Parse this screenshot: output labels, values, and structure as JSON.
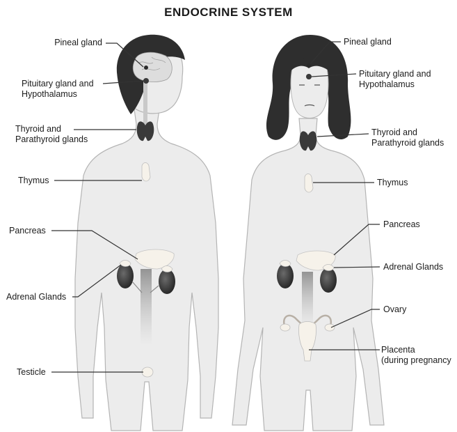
{
  "title": "ENDOCRINE SYSTEM",
  "male": {
    "labels": {
      "pineal": "Pineal gland",
      "pituitary_1": "Pituitary gland and",
      "pituitary_2": "Hypothalamus",
      "thyroid_1": "Thyroid and",
      "thyroid_2": "Parathyroid glands",
      "thymus": "Thymus",
      "pancreas": "Pancreas",
      "adrenal": "Adrenal Glands",
      "testicle": "Testicle"
    }
  },
  "female": {
    "labels": {
      "pineal": "Pineal gland",
      "pituitary_1": "Pituitary gland and",
      "pituitary_2": "Hypothalamus",
      "thyroid_1": "Thyroid and",
      "thyroid_2": "Parathyroid glands",
      "thymus": "Thymus",
      "pancreas": "Pancreas",
      "adrenal": "Adrenal Glands",
      "ovary": "Ovary",
      "placenta_1": "Placenta",
      "placenta_2": "(during pregnancy"
    }
  },
  "colors": {
    "body_fill": "#ececec",
    "body_stroke": "#b4b4b4",
    "hair": "#2e2e2e",
    "gland_dark": "#3a3a3a",
    "gland_light": "#f6f2ea",
    "leader": "#333333"
  }
}
